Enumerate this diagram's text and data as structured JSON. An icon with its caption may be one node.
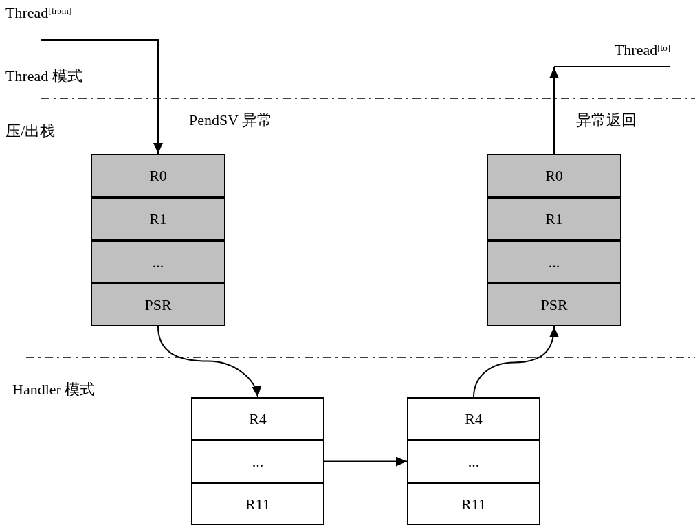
{
  "diagram": {
    "nodes": [
      {
        "text": [
          "Thread$^{[from]}$"
        ]
      },
      {
        "text": [
          "Thread$^{[to]}$"
        ]
      },
      {
        "text": [
          "R0"
        ]
      },
      {
        "text": [
          "R1"
        ]
      },
      {
        "text": [
          "..."
        ]
      },
      {
        "text": [
          "PSR"
        ]
      },
      {
        "text": [
          "R0"
        ]
      },
      {
        "text": [
          "R1"
        ]
      },
      {
        "text": [
          "..."
        ]
      },
      {
        "text": [
          "PSR"
        ]
      },
      {
        "text": [
          "R4"
        ]
      },
      {
        "text": [
          "..."
        ]
      },
      {
        "text": [
          "R11"
        ]
      },
      {
        "text": [
          "R4"
        ]
      },
      {
        "text": [
          "..."
        ]
      },
      {
        "text": [
          "R11"
        ]
      }
    ],
    "edges": [
      {
        "from": 0,
        "to": 2,
        "arrow": "to"
      },
      {
        "from": 5,
        "to": 10,
        "arrow": "to"
      },
      {
        "from": 11,
        "to": 14,
        "arrow": "to"
      },
      {
        "from": 13,
        "to": 9,
        "arrow": "to"
      },
      {
        "from": 6,
        "to": 1,
        "arrow": "to"
      }
    ],
    "labels": [
      "Thread 模式",
      "压/出栈",
      "PendSV 异常",
      "异常返回",
      "Handler 模式"
    ]
  }
}
